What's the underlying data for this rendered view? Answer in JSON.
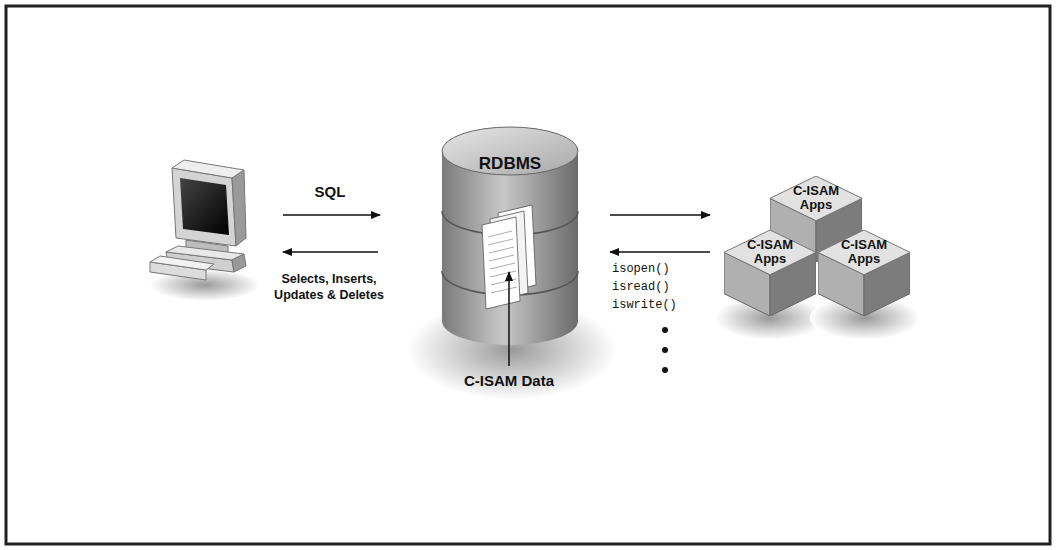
{
  "diagram": {
    "nodes": [
      {
        "text": [
          "RDBMS"
        ]
      },
      {
        "text": [
          "C-ISAM Apps"
        ]
      },
      {
        "text": [
          "C-ISAM Apps"
        ]
      },
      {
        "text": [
          "C-ISAM Apps"
        ]
      }
    ],
    "labels": [
      "SQL",
      "Selects, Inserts, Updates & Deletes",
      "C-ISAM Data",
      "isopen()",
      "isread()",
      "iswrite()"
    ]
  }
}
